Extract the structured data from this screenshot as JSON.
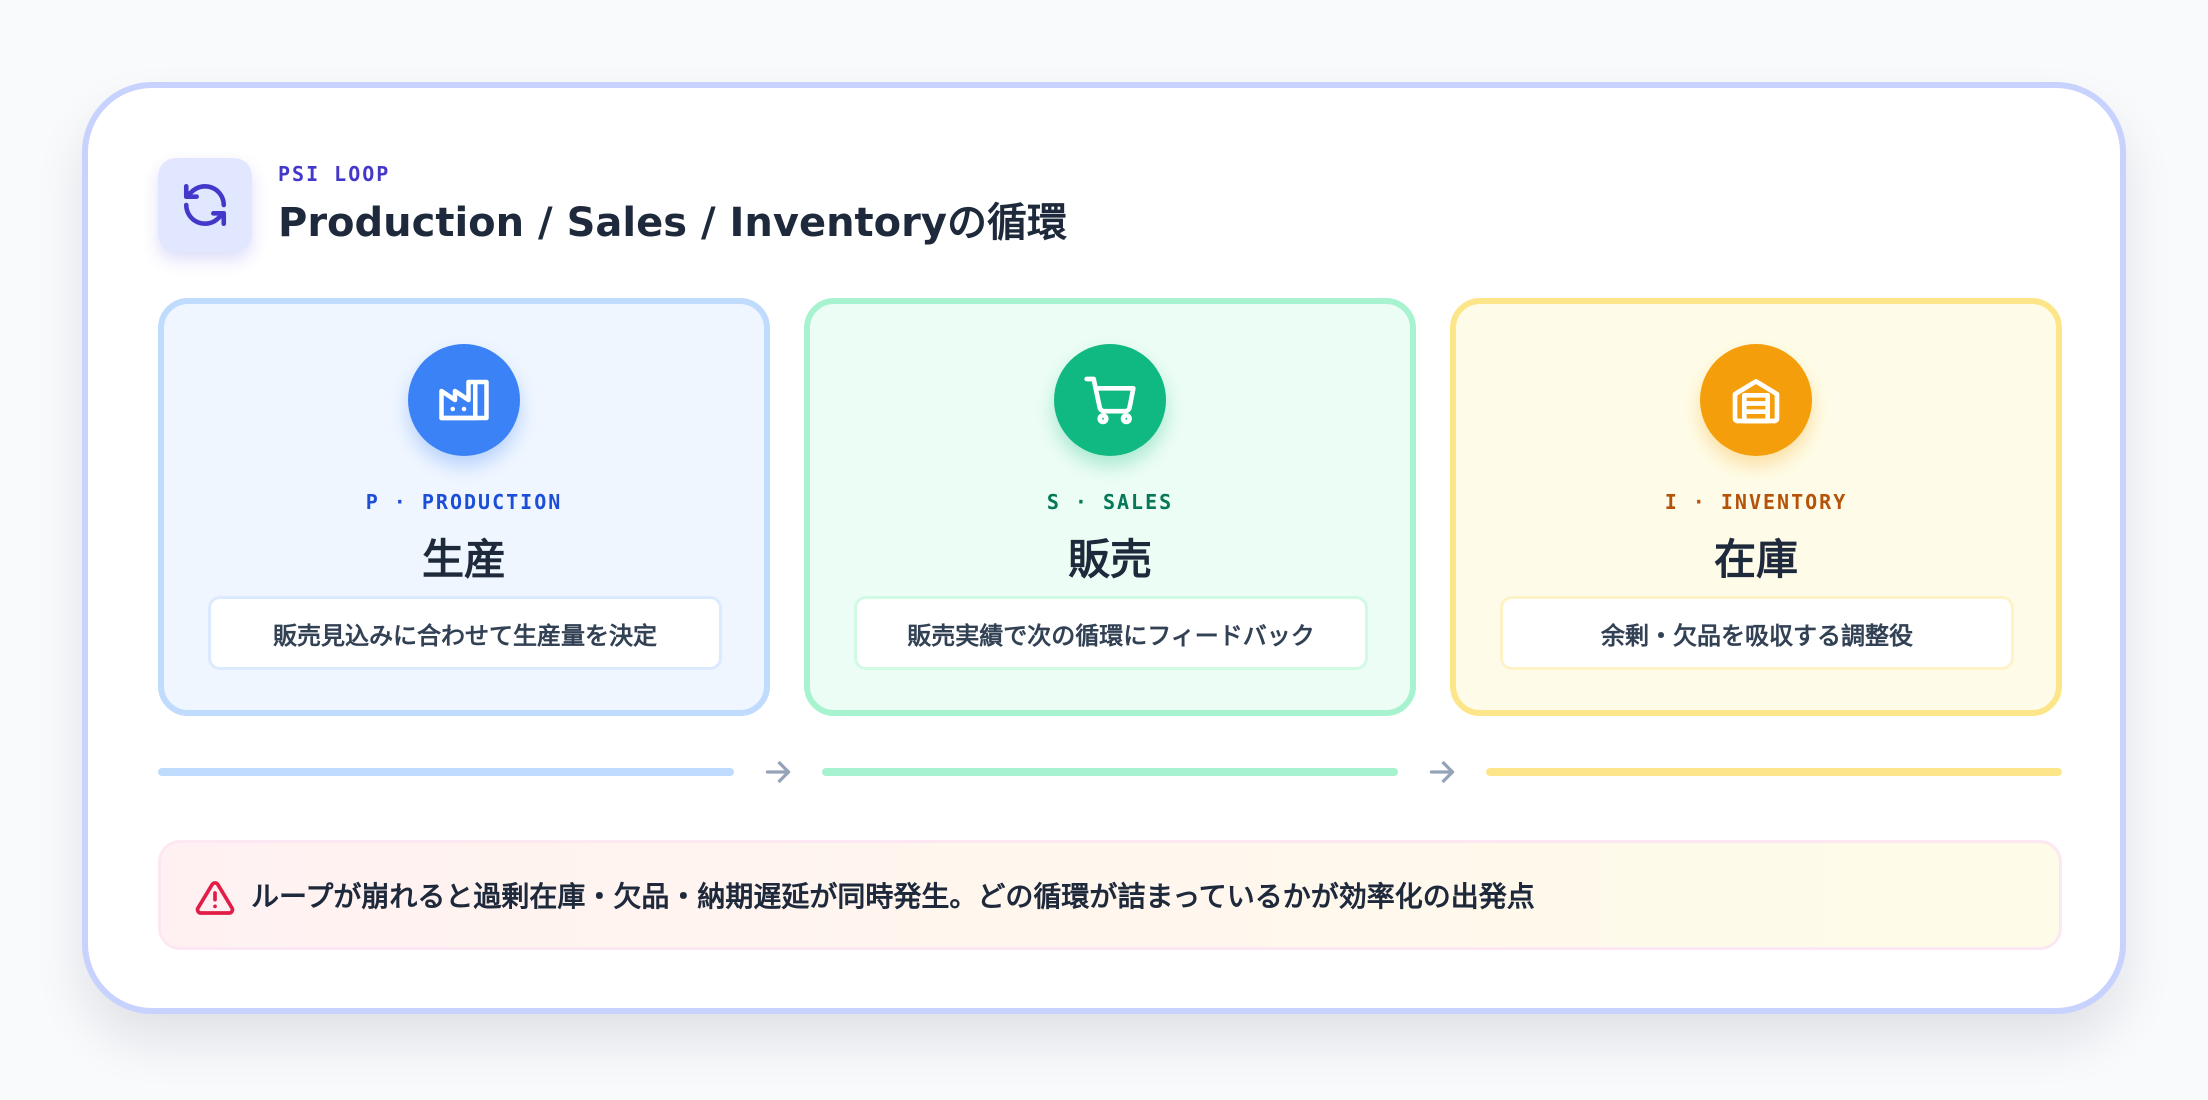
{
  "header": {
    "icon": "refresh-cycle-icon",
    "eyebrow": "PSI LOOP",
    "title": "Production / Sales / Inventoryの循環"
  },
  "stages": [
    {
      "key": "P",
      "icon": "factory-icon",
      "tag": "P · PRODUCTION",
      "name": "生産",
      "description": "販売見込みに合わせて生産量を決定",
      "accent": "#3b82f6"
    },
    {
      "key": "S",
      "icon": "cart-icon",
      "tag": "S · SALES",
      "name": "販売",
      "description": "販売実績で次の循環にフィードバック",
      "accent": "#10b981"
    },
    {
      "key": "I",
      "icon": "warehouse-icon",
      "tag": "I · INVENTORY",
      "name": "在庫",
      "description": "余剰・欠品を吸収する調整役",
      "accent": "#f59e0b"
    }
  ],
  "flow": {
    "arrow_icon": "arrow-right-icon"
  },
  "warning": {
    "icon": "alert-triangle-icon",
    "text": "ループが崩れると過剰在庫・欠品・納期遅延が同時発生。どの循環が詰まっているかが効率化の出発点",
    "color": "#e11d48"
  }
}
